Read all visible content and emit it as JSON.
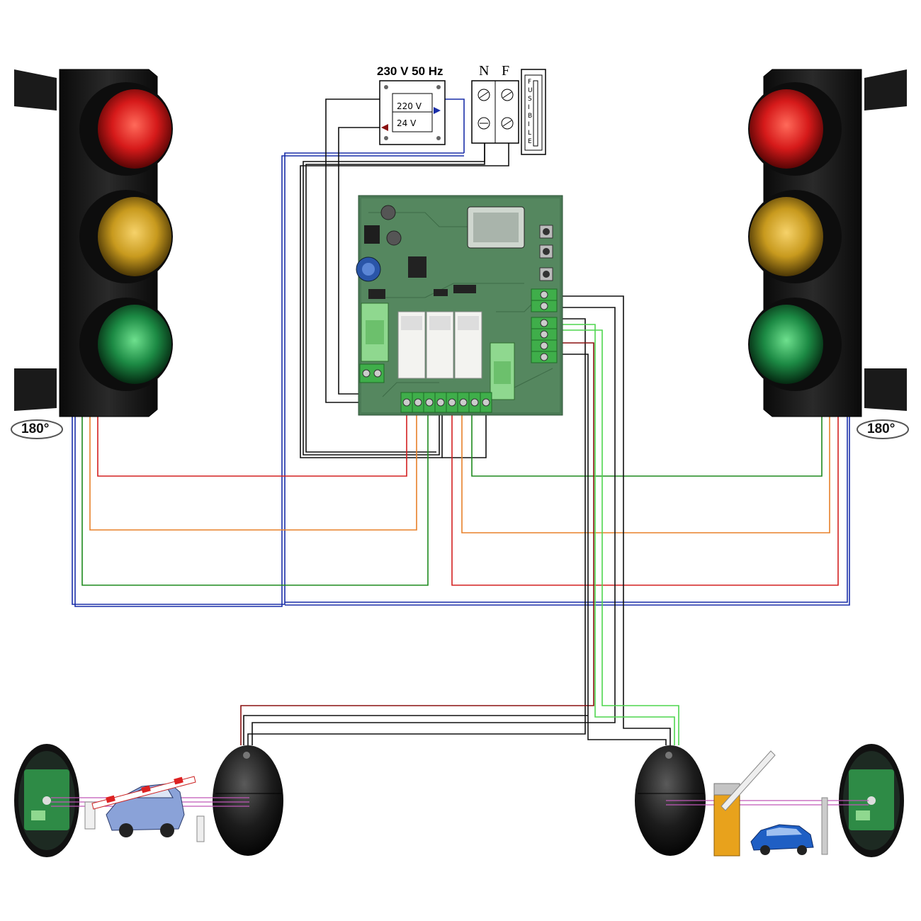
{
  "supply": {
    "mains_label": "230 V 50 Hz",
    "neutral_label": "N",
    "phase_label": "F",
    "fuse_label": "FUSIBILE",
    "transformer_primary": "220 V",
    "transformer_secondary": "24 V"
  },
  "traffic_lights": {
    "left_rotation_label": "180°",
    "right_rotation_label": "180°"
  },
  "colors": {
    "red_wire": "#d42020",
    "orange_wire": "#e8802a",
    "green_wire": "#1e8a1e",
    "blue_wire": "#1a2fa8",
    "black_wire": "#111111",
    "light_green_wire": "#4fd64f",
    "dark_red_wire": "#8a1010",
    "board": "#4a7a55",
    "terminal": "#3fae4a"
  },
  "icons": {
    "traffic_light": "traffic-light-icon",
    "photocell": "photocell-icon",
    "car": "car-icon",
    "barrier": "barrier-icon"
  }
}
